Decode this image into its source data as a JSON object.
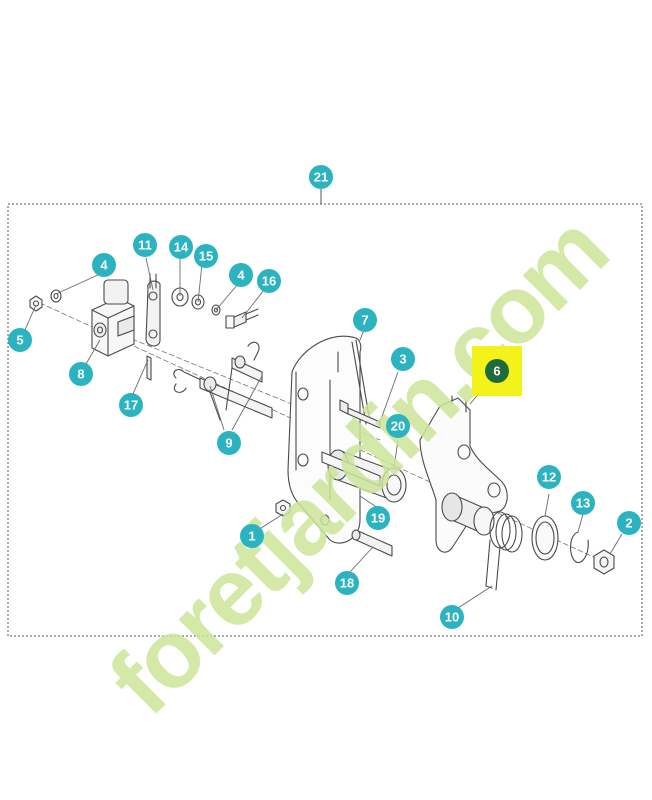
{
  "watermark": {
    "text": "foretjardin.com"
  },
  "colors": {
    "callout": "#2bb3c0",
    "highlight_bg": "#f3f21a",
    "highlight_circle": "#1f6b3a",
    "line": "#6a6a6a",
    "watermark_green": "#cde59a",
    "watermark_gray": "#c9c3b8",
    "watermark_orange": "#f5c58a"
  },
  "assembly_number": "21",
  "highlighted_part": "6",
  "callouts": [
    "1",
    "2",
    "3",
    "4",
    "4",
    "5",
    "7",
    "8",
    "9",
    "10",
    "11",
    "12",
    "13",
    "14",
    "15",
    "16",
    "17",
    "18",
    "19",
    "20"
  ]
}
